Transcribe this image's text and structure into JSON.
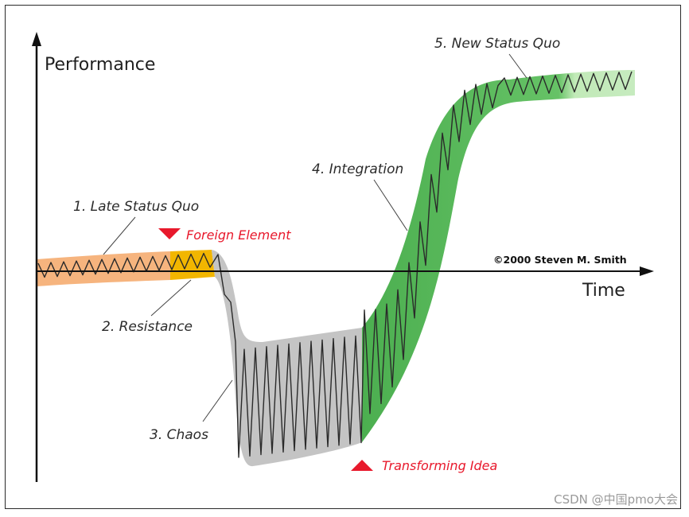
{
  "axes": {
    "y_label": "Performance",
    "x_label": "Time"
  },
  "stages": [
    {
      "label": "1. Late Status Quo",
      "color": "#f5b27a"
    },
    {
      "label": "2. Resistance",
      "color": "#f2b800"
    },
    {
      "label": "3. Chaos",
      "color": "#bdbdbd"
    },
    {
      "label": "4. Integration",
      "color": "#5cbf5c"
    },
    {
      "label": "5. New Status Quo",
      "color": "#b9e6b0"
    }
  ],
  "events": {
    "foreign_element": "Foreign Element",
    "transforming_idea": "Transforming Idea",
    "marker_color": "#e8192c"
  },
  "copyright": "©2000 Steven M. Smith",
  "watermark": "CSDN @中国pmo大会"
}
